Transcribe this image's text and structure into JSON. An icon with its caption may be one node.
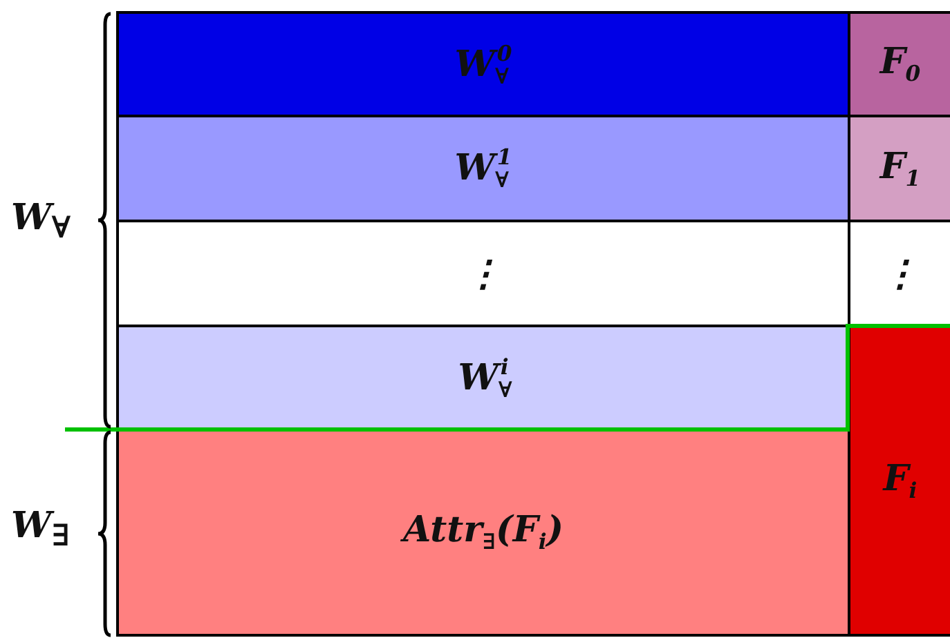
{
  "diagram": {
    "nodes": [
      {
        "text": [
          "W$_{∀}$$^{0}$"
        ]
      },
      {
        "text": [
          "W$_{∀}$$^{1}$"
        ]
      },
      {
        "text": [
          "⋮"
        ]
      },
      {
        "text": [
          "W$_{∀}$$^{i}$"
        ]
      },
      {
        "text": [
          "Attr$_{∃}$(F$_{i}$)"
        ]
      },
      {
        "text": [
          "F$_{0}$"
        ]
      },
      {
        "text": [
          "F$_{1}$"
        ]
      },
      {
        "text": [
          "⋮"
        ]
      },
      {
        "text": [
          "F$_{i}$"
        ]
      }
    ],
    "labels": [
      "W$_{∀}$",
      "W$_{∃}$"
    ]
  }
}
